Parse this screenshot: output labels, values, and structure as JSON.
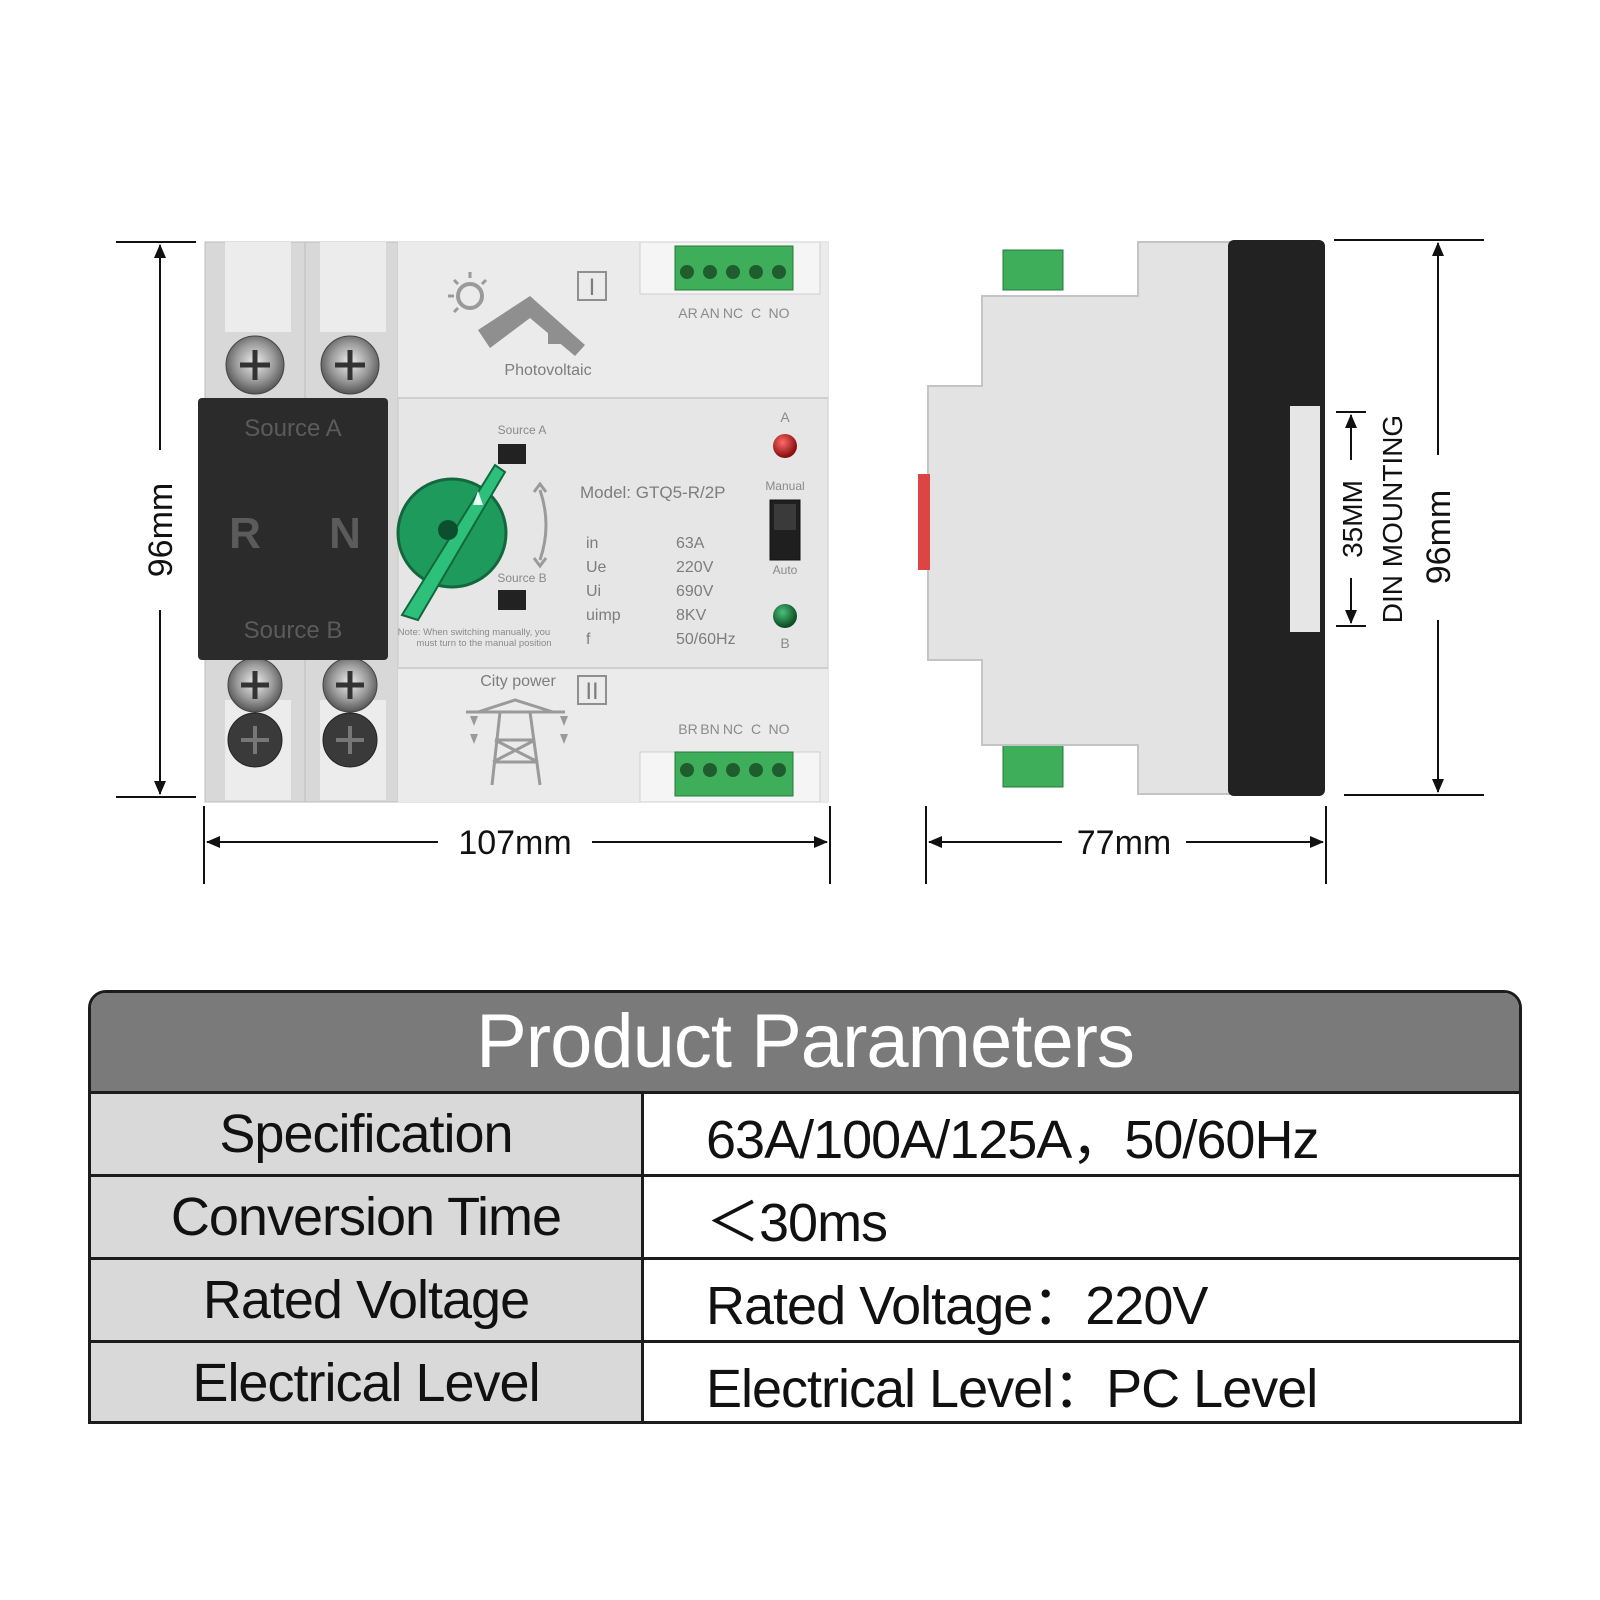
{
  "dimensions": {
    "front_height": "96mm",
    "front_width": "107mm",
    "side_width": "77mm",
    "side_height": "96mm",
    "din_mounting": "35MM",
    "din_label": "DIN MOUNTING"
  },
  "device": {
    "terminal_top_labels": [
      "AR",
      "AN",
      "NC",
      "C",
      "NO"
    ],
    "terminal_bottom_labels": [
      "BR",
      "BN",
      "NC",
      "C",
      "NO"
    ],
    "photovoltaic_label": "Photovoltaic",
    "city_power_label": "City power",
    "roman_one": "I",
    "roman_two": "II",
    "lid": {
      "source_a": "Source A",
      "source_b": "Source B",
      "phase_r": "R",
      "phase_n": "N"
    },
    "knob_source_a": "Source A",
    "knob_source_b": "Source B",
    "model": "Model: GTQ5-R/2P",
    "specs": [
      {
        "key": "in",
        "value": "63A"
      },
      {
        "key": "Ue",
        "value": "220V"
      },
      {
        "key": "Ui",
        "value": "690V"
      },
      {
        "key": "uimp",
        "value": "8KV"
      },
      {
        "key": "f",
        "value": "50/60Hz"
      }
    ],
    "note_line1": "Note: When switching manually, you",
    "note_line2": "must turn to the manual position",
    "indicator_a": "A",
    "indicator_b": "B",
    "manual_label": "Manual",
    "auto_label": "Auto",
    "colors": {
      "body": "#e6e6e6",
      "lid": "#2b2b2b",
      "knob": "#1e9a5c",
      "terminal": "#3fae5a",
      "led_red": "#b22222",
      "led_green": "#1f7a3a"
    }
  },
  "params": {
    "title": "Product Parameters",
    "rows": [
      {
        "key": "Specification",
        "value": "63A/100A/125A，50/60Hz"
      },
      {
        "key": "Conversion Time",
        "value": "＜30ms"
      },
      {
        "key": "Rated Voltage",
        "value": "Rated Voltage：220V"
      },
      {
        "key": "Electrical Level",
        "value": "Electrical Level：PC Level"
      }
    ]
  }
}
